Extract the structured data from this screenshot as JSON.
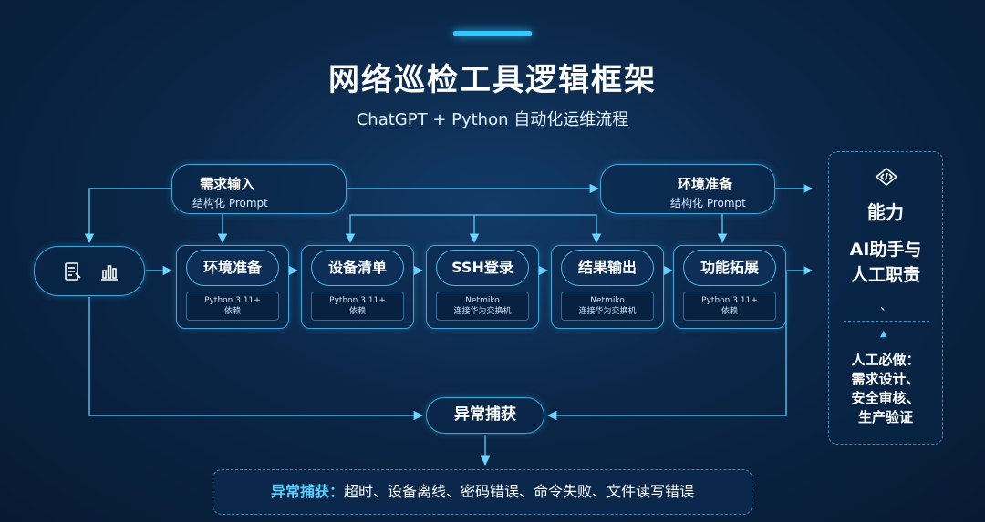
{
  "header": {
    "title": "网络巡检工具逻辑框架",
    "subtitle": "ChatGPT + Python 自动化运维流程"
  },
  "requirement_input": {
    "title": "需求输入",
    "sub": "结构化 Prompt"
  },
  "env_prep_top": {
    "title": "环境准备",
    "sub": "结构化 Prompt"
  },
  "start_node": {
    "icons": [
      "document-icon",
      "chart-icon"
    ]
  },
  "steps": [
    {
      "title": "环境准备",
      "line1": "Python 3.11+",
      "line2": "依赖"
    },
    {
      "title": "设备清单",
      "line1": "Python 3.11+",
      "line2": "依赖"
    },
    {
      "title": "SSH登录",
      "line1": "Netmiko",
      "line2": "连接华为交换机"
    },
    {
      "title": "结果输出",
      "line1": "Netmiko",
      "line2": "连接华为交换机"
    },
    {
      "title": "功能拓展",
      "line1": "Python 3.11+",
      "line2": "依赖"
    }
  ],
  "exception": {
    "node": "异常捕获",
    "bar_label": "异常捕获：",
    "bar_items": "超时、设备离线、密码错误、命令失败、文件读写错误"
  },
  "capability_panel": {
    "icon": "brain-icon",
    "title": "能力",
    "ai_line1": "AI助手与",
    "ai_line2": "人工职责",
    "comma": "、",
    "human_title": "人工必做：",
    "human_items": [
      "需求设计、",
      "安全审核、",
      "生产验证"
    ]
  },
  "colors": {
    "accent": "#3fa9dd",
    "glow": "#35c7ff",
    "background": "#0b2748"
  }
}
